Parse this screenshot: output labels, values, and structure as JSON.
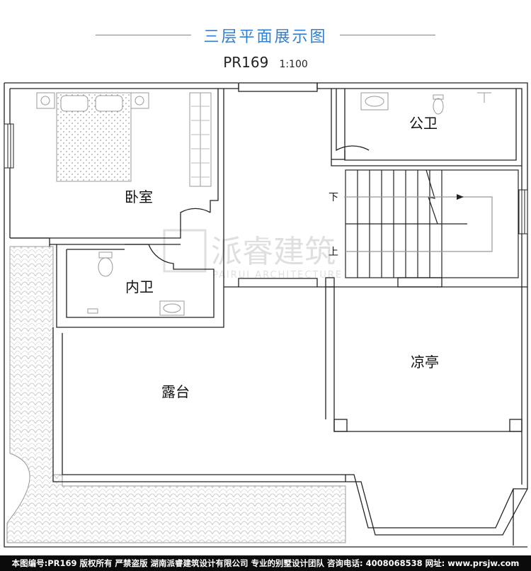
{
  "header": {
    "title": "三层平面展示图",
    "plan_code": "PR169",
    "scale": "1:100"
  },
  "rooms": {
    "bedroom": "卧室",
    "public_bath": "公卫",
    "inner_bath": "内卫",
    "pavilion": "凉亭",
    "terrace": "露台"
  },
  "stairs": {
    "down": "下",
    "up": "上"
  },
  "watermark": {
    "brand": "派睿建筑",
    "sub": "PAIRUI ARCHITECTURE"
  },
  "footer": {
    "text": "本图编号:PR169 版权所有 严禁盗版 湖南派睿建筑设计有限公司 专业的别墅设计团队 咨询电话: 4008068538 网址: www.prsjw.com"
  },
  "colors": {
    "accent": "#2f7fd5",
    "line": "#222222",
    "footer_bg": "#0b0b0b"
  }
}
